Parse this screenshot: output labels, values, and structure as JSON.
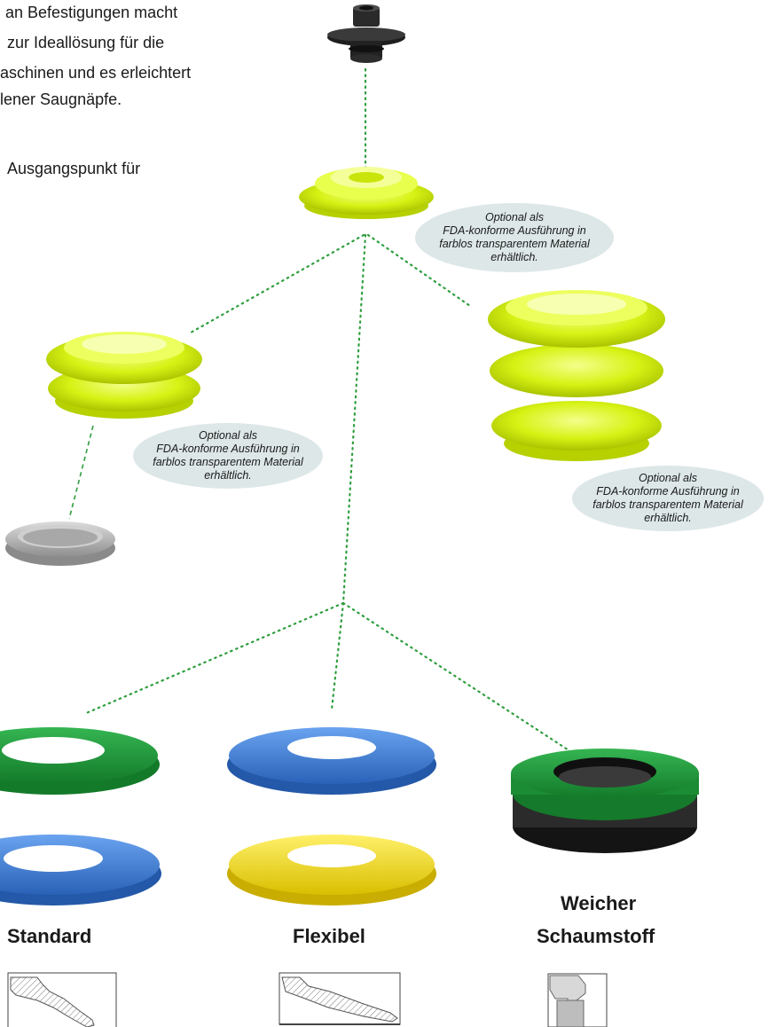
{
  "intro": {
    "line1": "an Befestigungen macht",
    "line2": "zur Ideallösung für die",
    "line3": "aschinen und es erleichtert",
    "line4": "lener Saugnäpfe.",
    "line5": "Ausgangspunkt für"
  },
  "notes": {
    "top": [
      "Optional als",
      "FDA-konforme Ausführung in",
      "farblos transparentem Material",
      "erhältlich."
    ],
    "left": [
      "Optional als",
      "FDA-konforme Ausführung in",
      "farblos transparentem Material",
      "erhältlich."
    ],
    "right": [
      "Optional als",
      "FDA-konforme Ausführung in",
      "farblos transparentem Material",
      "erhältlich."
    ]
  },
  "categories": {
    "standard": "Standard",
    "flexibel": "Flexibel",
    "foam_line1": "Weicher",
    "foam_line2": "Schaumstoff"
  },
  "colors": {
    "connector": "#2e9e3e",
    "yellow_green": "#d7f20f",
    "green": "#1f9a3b",
    "blue": "#3f80d8",
    "yellow": "#f4de1c",
    "grey": "#b9b9b9",
    "black": "#1f1f1f"
  }
}
